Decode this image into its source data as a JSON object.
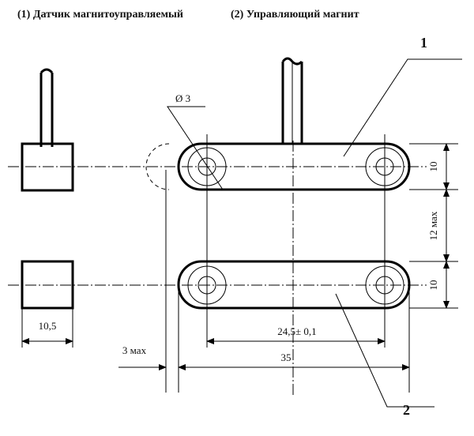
{
  "header": {
    "item1": "(1) Датчик магнитоуправляемый",
    "item2": "(2) Управляющий магнит"
  },
  "callouts": {
    "part1": "1",
    "part2": "2"
  },
  "dimensions": {
    "hole_diameter": "Ø 3",
    "sensor_width": "10,5",
    "hole_spacing": "24,5± 0,1",
    "magnet_length": "35",
    "offset": "3 мах",
    "magnet_height_top": "10",
    "gap": "12 мах",
    "magnet_height_bottom": "10"
  }
}
